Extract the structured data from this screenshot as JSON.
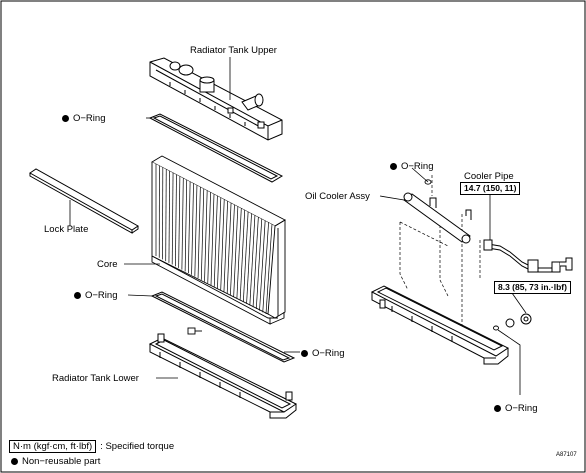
{
  "labels": {
    "radiator_tank_upper": "Radiator Tank Upper",
    "o_ring_upper": "O−Ring",
    "lock_plate": "Lock Plate",
    "core": "Core",
    "o_ring_mid": "O−Ring",
    "o_ring_lower": "O−Ring",
    "radiator_tank_lower": "Radiator Tank Lower",
    "o_ring_cooler": "O−Ring",
    "oil_cooler_assy": "Oil Cooler Assy",
    "cooler_pipe": "Cooler Pipe",
    "o_ring_right": "O−Ring"
  },
  "torques": {
    "cooler_pipe": "14.7 (150, 11)",
    "drain": "8.3 (85, 73 in.·lbf)"
  },
  "legend": {
    "unit_box": "N·m (kgf·cm, ft·lbf)",
    "unit_text": ": Specified torque",
    "nonreusable": "Non−reusable part"
  },
  "figure_code": "A87107"
}
